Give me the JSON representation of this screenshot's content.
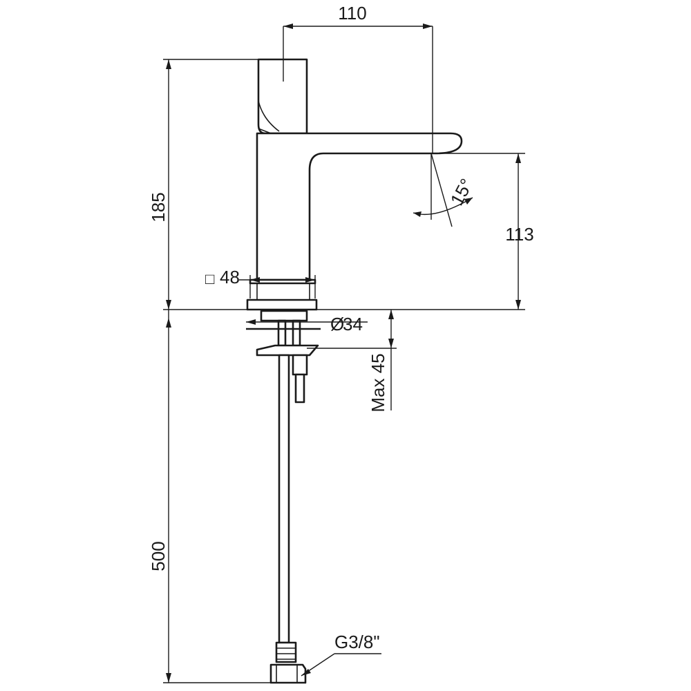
{
  "dimensions": {
    "spout_reach": "110",
    "total_height": "185",
    "spout_height": "113",
    "spout_angle": "15°",
    "base_square": "48",
    "base_square_symbol": "□",
    "shank_diameter": "34",
    "diameter_symbol": "Ø",
    "max_deck_thickness": "Max 45",
    "hose_length": "500",
    "thread": "G3/8\""
  }
}
